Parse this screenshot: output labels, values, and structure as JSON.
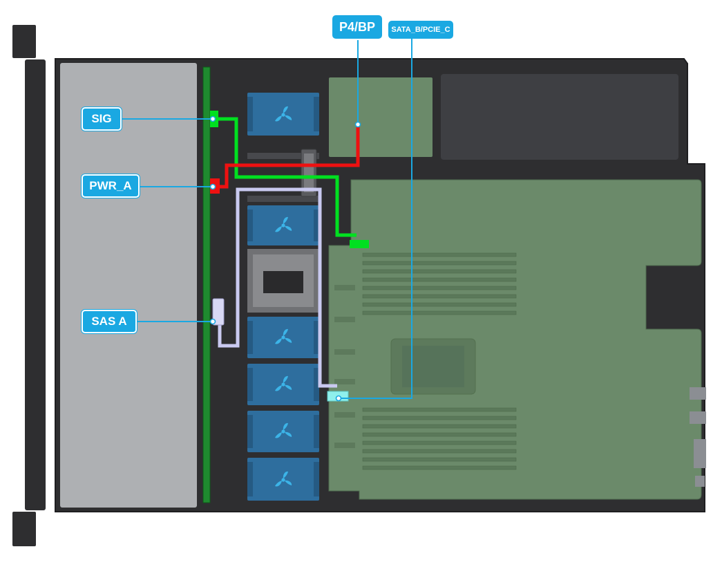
{
  "labels": {
    "sig": "SIG",
    "pwr_a": "PWR_A",
    "sas_a": "SAS A",
    "p4_bp": "P4/BP",
    "sata_b_pcie_c": "SATA_B/PCIE_C"
  },
  "colors": {
    "chassis_dark": "#2e2e30",
    "drive_bay": "#aeb0b3",
    "backplane": "#1f8a2f",
    "fan_blue": "#2e6e9e",
    "fan_icon": "#3cb4e8",
    "board_green": "#6b8a6a",
    "signal_cable": "#00e020",
    "power_cable": "#ee1111",
    "sas_cable": "#c9c9f0",
    "sata_connector": "#8ff0ec",
    "callout_blue": "#1aa8e2",
    "leader_line": "#1aa8e2"
  },
  "icons": {
    "fan": "fan-icon"
  }
}
